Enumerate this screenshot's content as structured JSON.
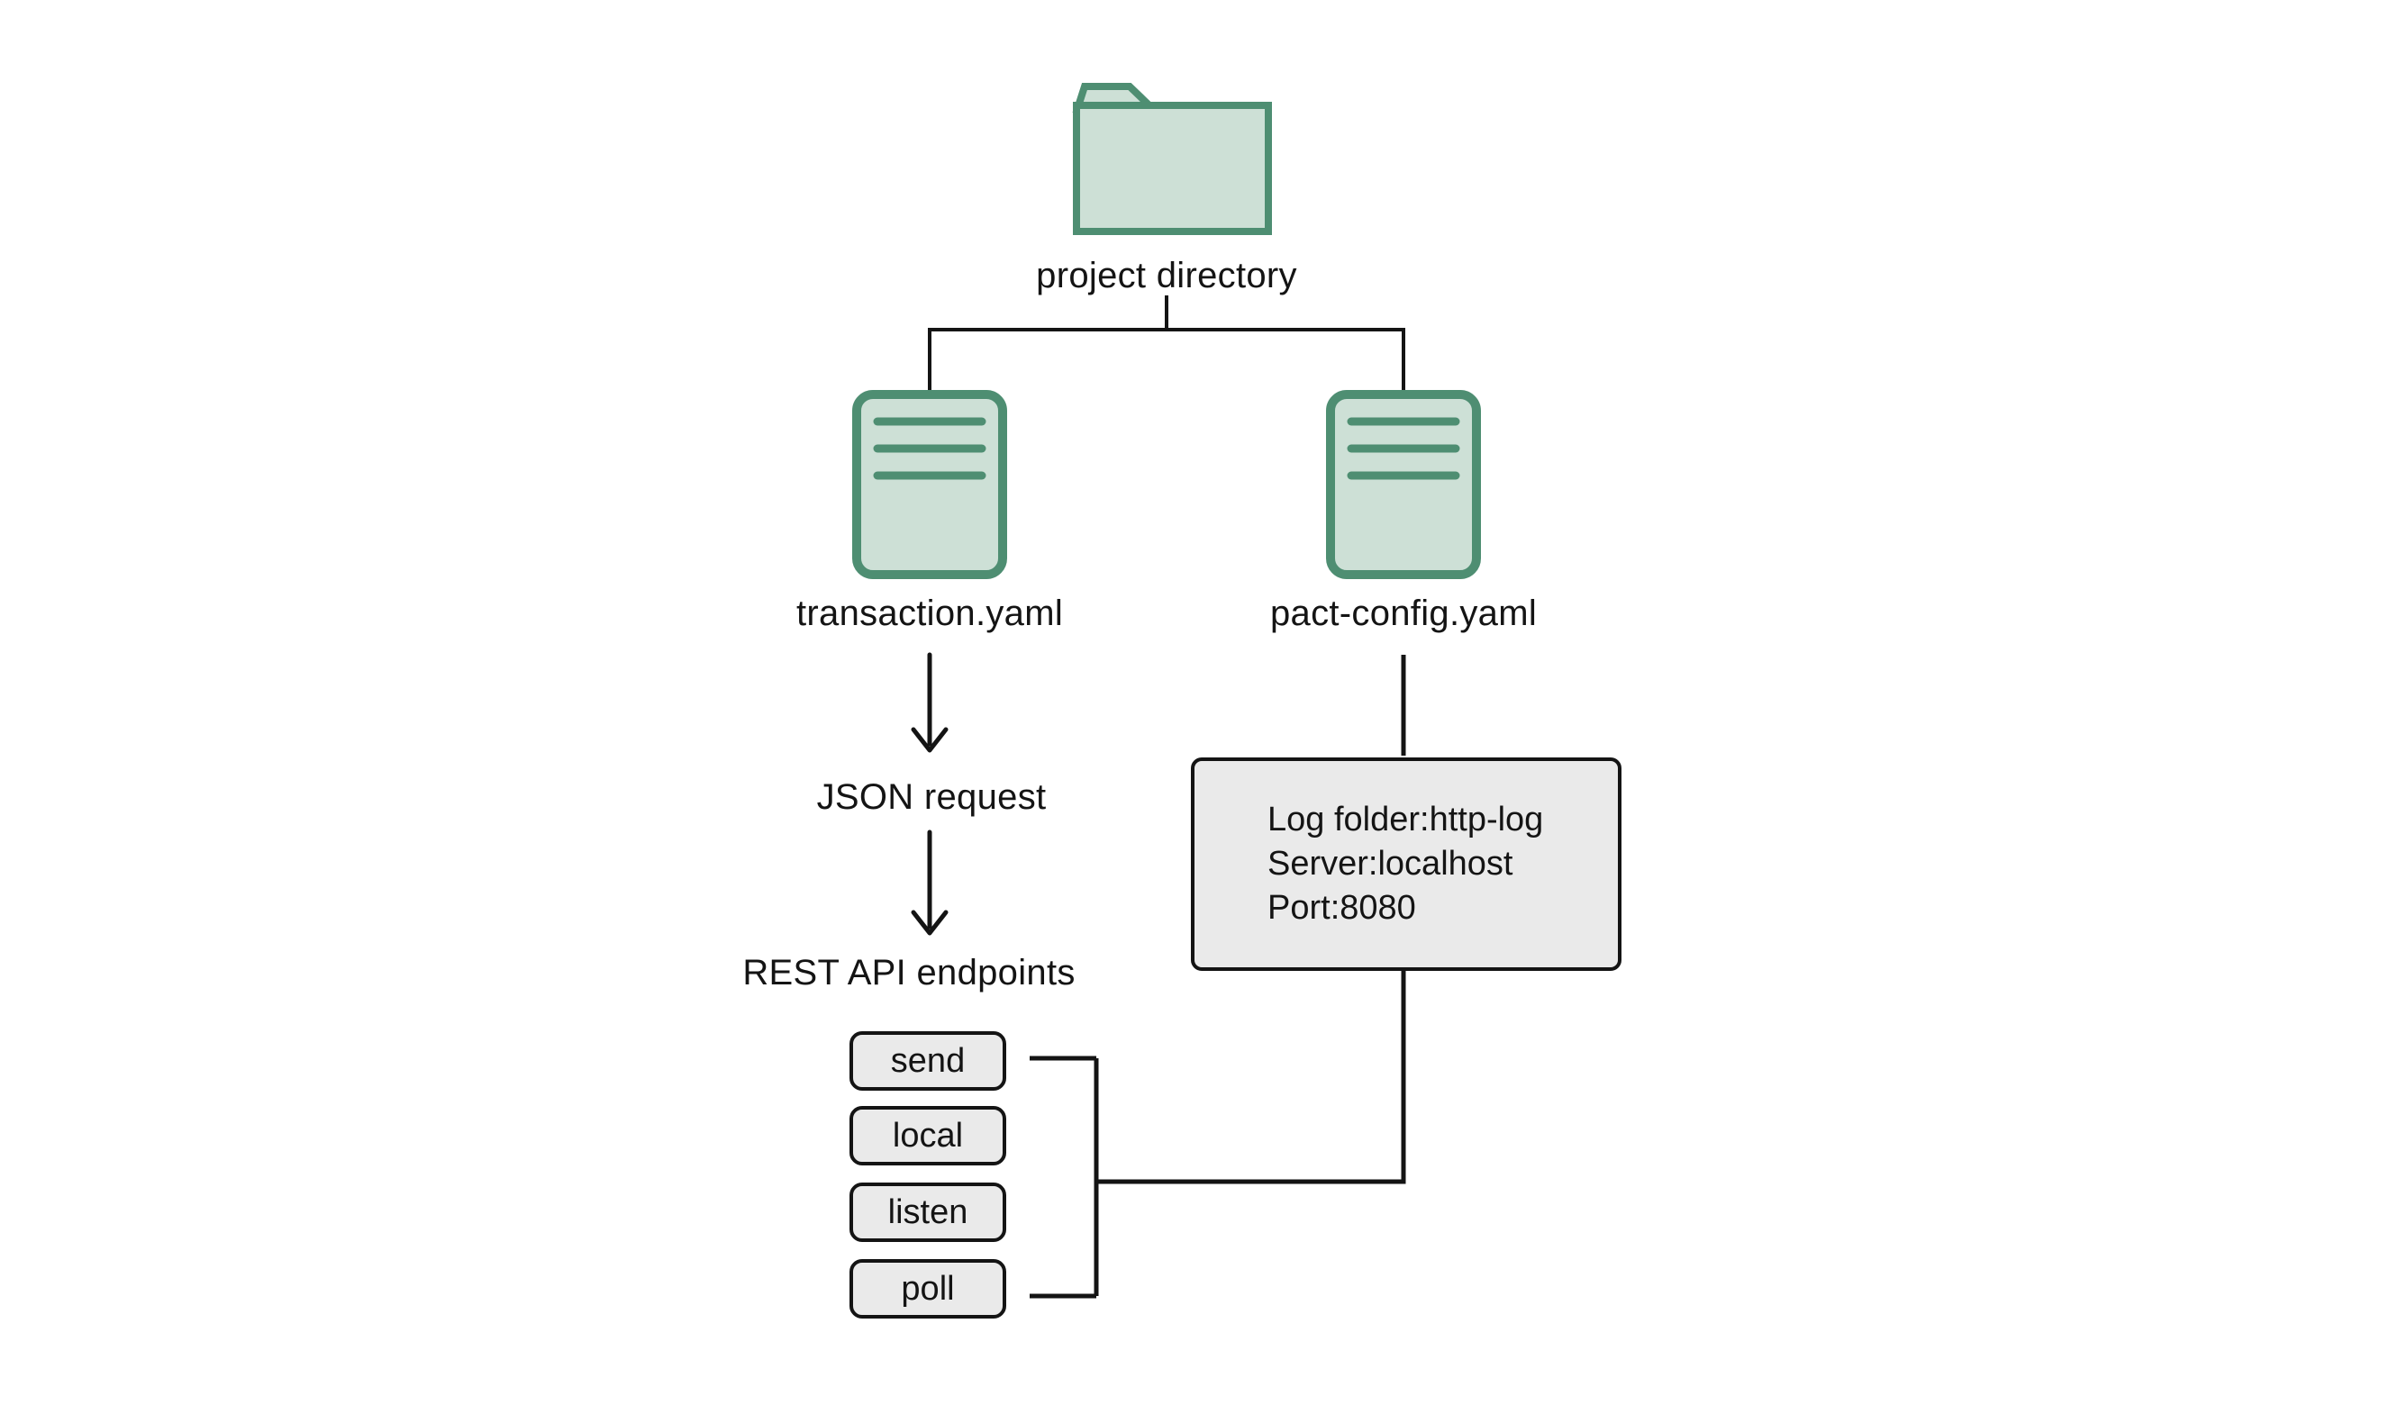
{
  "labels": {
    "root": "project directory",
    "file_left": "transaction.yaml",
    "file_right": "pact-config.yaml",
    "json_request": "JSON request",
    "rest_api": "REST API endpoints"
  },
  "endpoints": [
    "send",
    "local",
    "listen",
    "poll"
  ],
  "config_box": {
    "lines": [
      "Log folder:http-log",
      "Server:localhost",
      "Port:8080"
    ]
  },
  "colors": {
    "icon_fill": "#cde0d6",
    "icon_stroke": "#4e8e72",
    "node_fill": "#eaeaea",
    "line": "#141414"
  }
}
